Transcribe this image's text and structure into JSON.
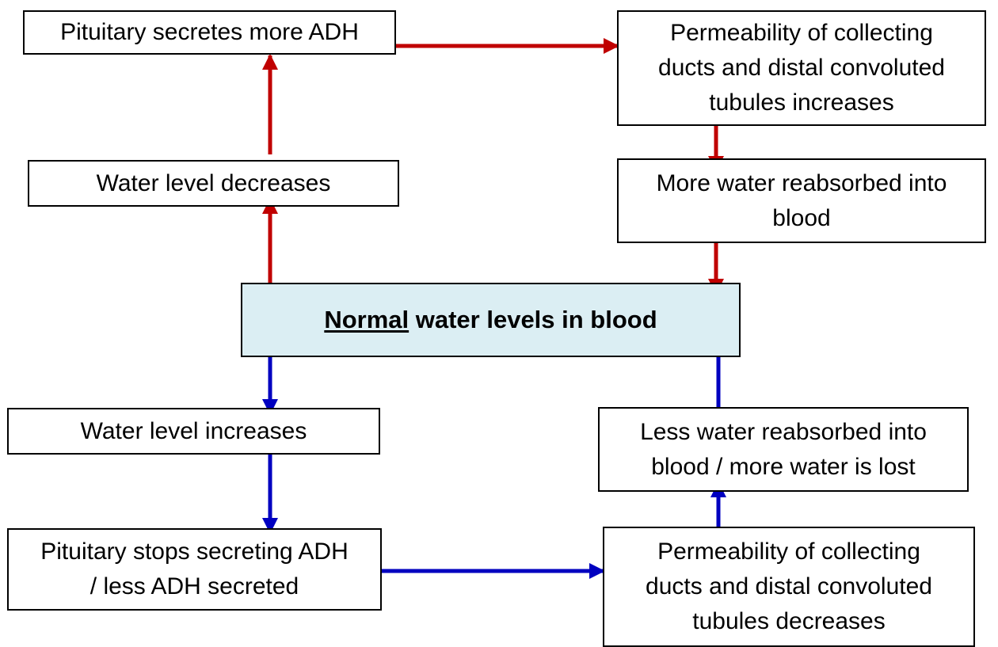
{
  "diagram": {
    "center": {
      "label_underlined": "Normal",
      "label_rest": " water levels in blood"
    },
    "boxes": {
      "pituitary_more": "Pituitary secretes more ADH",
      "permeability_increase": "Permeability of collecting ducts and distal convoluted tubules increases",
      "water_decreases": "Water level decreases",
      "more_reabsorbed": "More water reabsorbed into blood",
      "water_increases": "Water level increases",
      "less_reabsorbed": "Less water reabsorbed into blood / more water is lost",
      "pituitary_stops": "Pituitary stops secreting ADH / less ADH secreted",
      "permeability_decrease": "Permeability of collecting ducts and distal convoluted tubules decreases"
    },
    "colors": {
      "red_arrow": "#c00000",
      "blue_arrow": "#0000c0",
      "center_fill": "#dbeef3"
    }
  }
}
